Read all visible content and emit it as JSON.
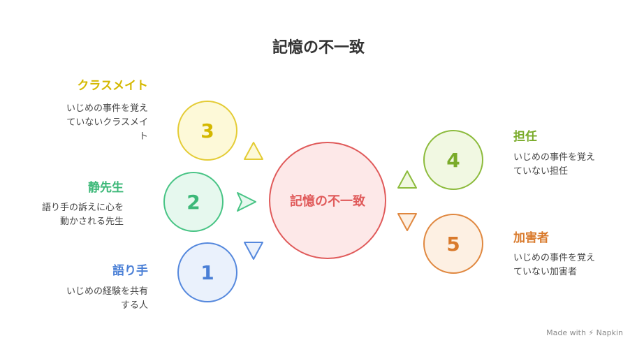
{
  "title": "記憶の不一致",
  "center": {
    "label": "記憶の不一致",
    "fill": "#fde8e8",
    "stroke": "#e05a5a",
    "text": "#e05a5a"
  },
  "nodes": [
    {
      "number": "3",
      "title": "クラスメイト",
      "desc1": "いじめの事件を覚え",
      "desc2": "ていないクラスメイ",
      "desc3": "ト",
      "fill": "#fdf9d8",
      "stroke": "#e4cc36",
      "text": "#d4b800"
    },
    {
      "number": "2",
      "title": "静先生",
      "desc1": "語り手の訴えに心を",
      "desc2": "動かされる先生",
      "fill": "#e6f8ee",
      "stroke": "#48c485",
      "text": "#3cb878"
    },
    {
      "number": "1",
      "title": "語り手",
      "desc1": "いじめの経験を共有",
      "desc2": "する人",
      "fill": "#eaf1fc",
      "stroke": "#5588dd",
      "text": "#4a7fd6"
    },
    {
      "number": "4",
      "title": "担任",
      "desc1": "いじめの事件を覚え",
      "desc2": "ていない担任",
      "fill": "#f1f8e2",
      "stroke": "#8cbb3c",
      "text": "#7aab2a"
    },
    {
      "number": "5",
      "title": "加害者",
      "desc1": "いじめの事件を覚え",
      "desc2": "ていない加害者",
      "fill": "#fdf0e3",
      "stroke": "#e08840",
      "text": "#d97a2c"
    }
  ],
  "footer": "Made with ⚡ Napkin"
}
